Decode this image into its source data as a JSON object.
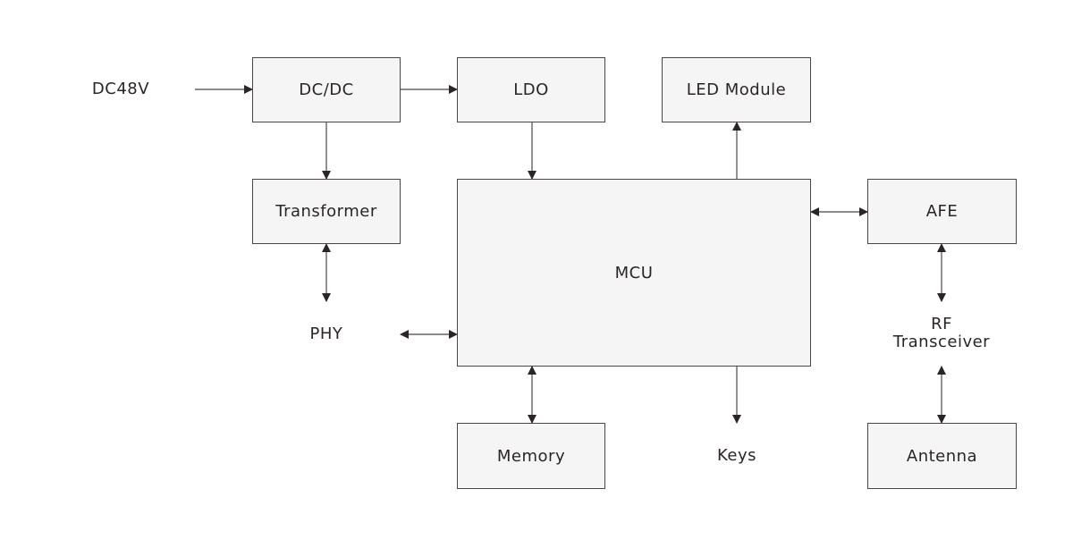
{
  "diagram": {
    "title": "Block diagram",
    "colors": {
      "box_fill": "#f5f5f5",
      "box_border": "#4a4546",
      "line": "#4a4546",
      "text": "#2b2526"
    },
    "blocks": {
      "dcdc": "DC/DC",
      "ldo": "LDO",
      "led": "LED Module",
      "transformer": "Transformer",
      "mcu": "MCU",
      "afe": "AFE",
      "memory": "Memory",
      "antenna": "Antenna"
    },
    "labels": {
      "dc48v": "DC48V",
      "phy": "PHY",
      "rf_line1": "RF",
      "rf_line2": "Transceiver",
      "keys": "Keys"
    },
    "connections": [
      {
        "from": "DC48V",
        "to": "DC/DC",
        "direction": "forward"
      },
      {
        "from": "DC/DC",
        "to": "LDO",
        "direction": "forward"
      },
      {
        "from": "DC/DC",
        "to": "Transformer",
        "direction": "forward"
      },
      {
        "from": "LDO",
        "to": "MCU",
        "direction": "forward"
      },
      {
        "from": "MCU",
        "to": "LED Module",
        "direction": "forward"
      },
      {
        "from": "MCU",
        "to": "AFE",
        "direction": "bidirectional"
      },
      {
        "from": "Transformer",
        "to": "PHY",
        "direction": "bidirectional"
      },
      {
        "from": "PHY",
        "to": "MCU",
        "direction": "bidirectional"
      },
      {
        "from": "MCU",
        "to": "Memory",
        "direction": "bidirectional"
      },
      {
        "from": "MCU",
        "to": "Keys",
        "direction": "forward"
      },
      {
        "from": "AFE",
        "to": "RF Transceiver",
        "direction": "bidirectional"
      },
      {
        "from": "RF Transceiver",
        "to": "Antenna",
        "direction": "bidirectional"
      }
    ]
  }
}
